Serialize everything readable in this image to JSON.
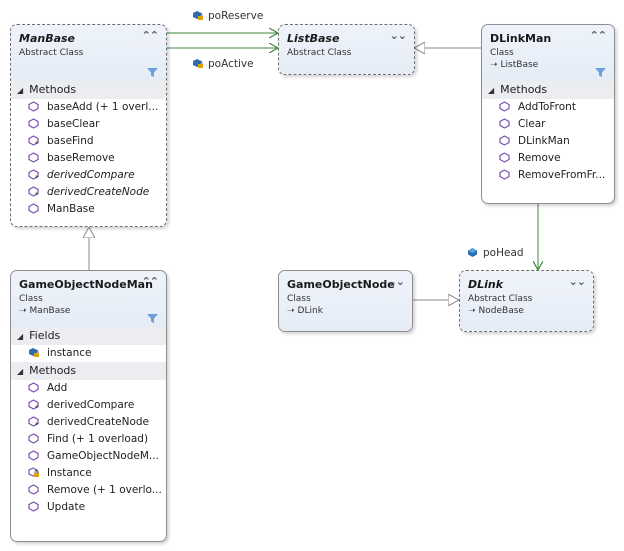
{
  "classes": {
    "manbase": {
      "name": "ManBase",
      "kind": "Abstract Class",
      "methods_header": "Methods",
      "methods": [
        "baseAdd (+ 1 overl...",
        "baseClear",
        "baseFind",
        "baseRemove",
        "derivedCompare",
        "derivedCreateNode",
        "ManBase"
      ]
    },
    "listbase": {
      "name": "ListBase",
      "kind": "Abstract Class"
    },
    "dlinkman": {
      "name": "DLinkMan",
      "kind": "Class",
      "base": "ListBase",
      "methods_header": "Methods",
      "methods": [
        "AddToFront",
        "Clear",
        "DLinkMan",
        "Remove",
        "RemoveFromFr..."
      ]
    },
    "gameobjectnodeman": {
      "name": "GameObjectNodeMan",
      "kind": "Class",
      "base": "ManBase",
      "fields_header": "Fields",
      "fields": [
        "instance"
      ],
      "methods_header": "Methods",
      "methods": [
        "Add",
        "derivedCompare",
        "derivedCreateNode",
        "Find (+ 1 overload)",
        "GameObjectNodeM...",
        "Instance",
        "Remove (+ 1 overlo...",
        "Update"
      ]
    },
    "gameobjectnode": {
      "name": "GameObjectNode",
      "kind": "Class",
      "base": "DLink"
    },
    "dlink": {
      "name": "DLink",
      "kind": "Abstract Class",
      "base": "NodeBase"
    }
  },
  "associations": {
    "poReserve": "poReserve",
    "poActive": "poActive",
    "poHead": "poHead"
  },
  "colors": {
    "association_line": "#3b8a3b",
    "inheritance_line": "#8a8a8a",
    "method_icon": "#7b4fb0",
    "field_icon": "#2a6fb5"
  }
}
